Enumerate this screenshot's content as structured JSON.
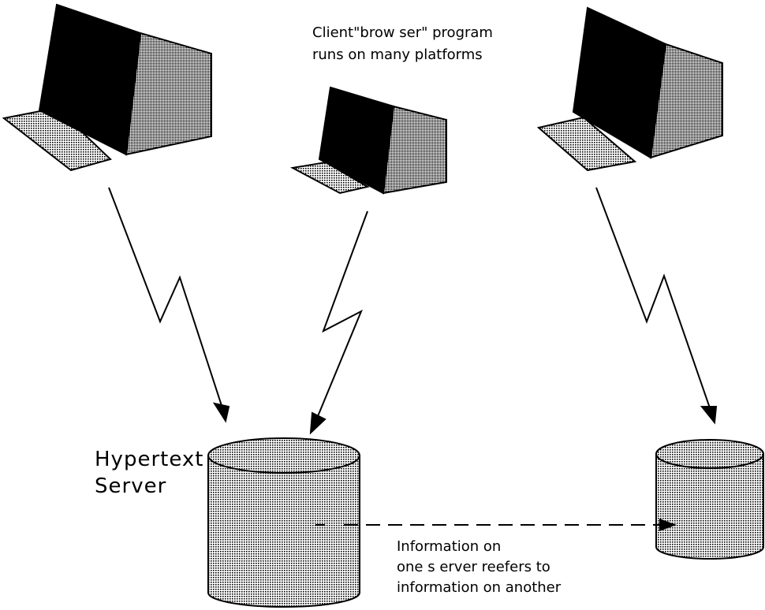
{
  "labels": {
    "client_browser": "Client\"brow ser\" program\nruns on many platforms",
    "hypertext_server": "Hypertext\nServer",
    "link_note": "Information on\none s erver reefers to\ninformation on another"
  },
  "nodes": {
    "computers": [
      "computer-left",
      "computer-center",
      "computer-right"
    ],
    "servers": [
      "server-main",
      "server-remote"
    ]
  },
  "colors": {
    "ink": "#000000",
    "paper": "#ffffff"
  }
}
